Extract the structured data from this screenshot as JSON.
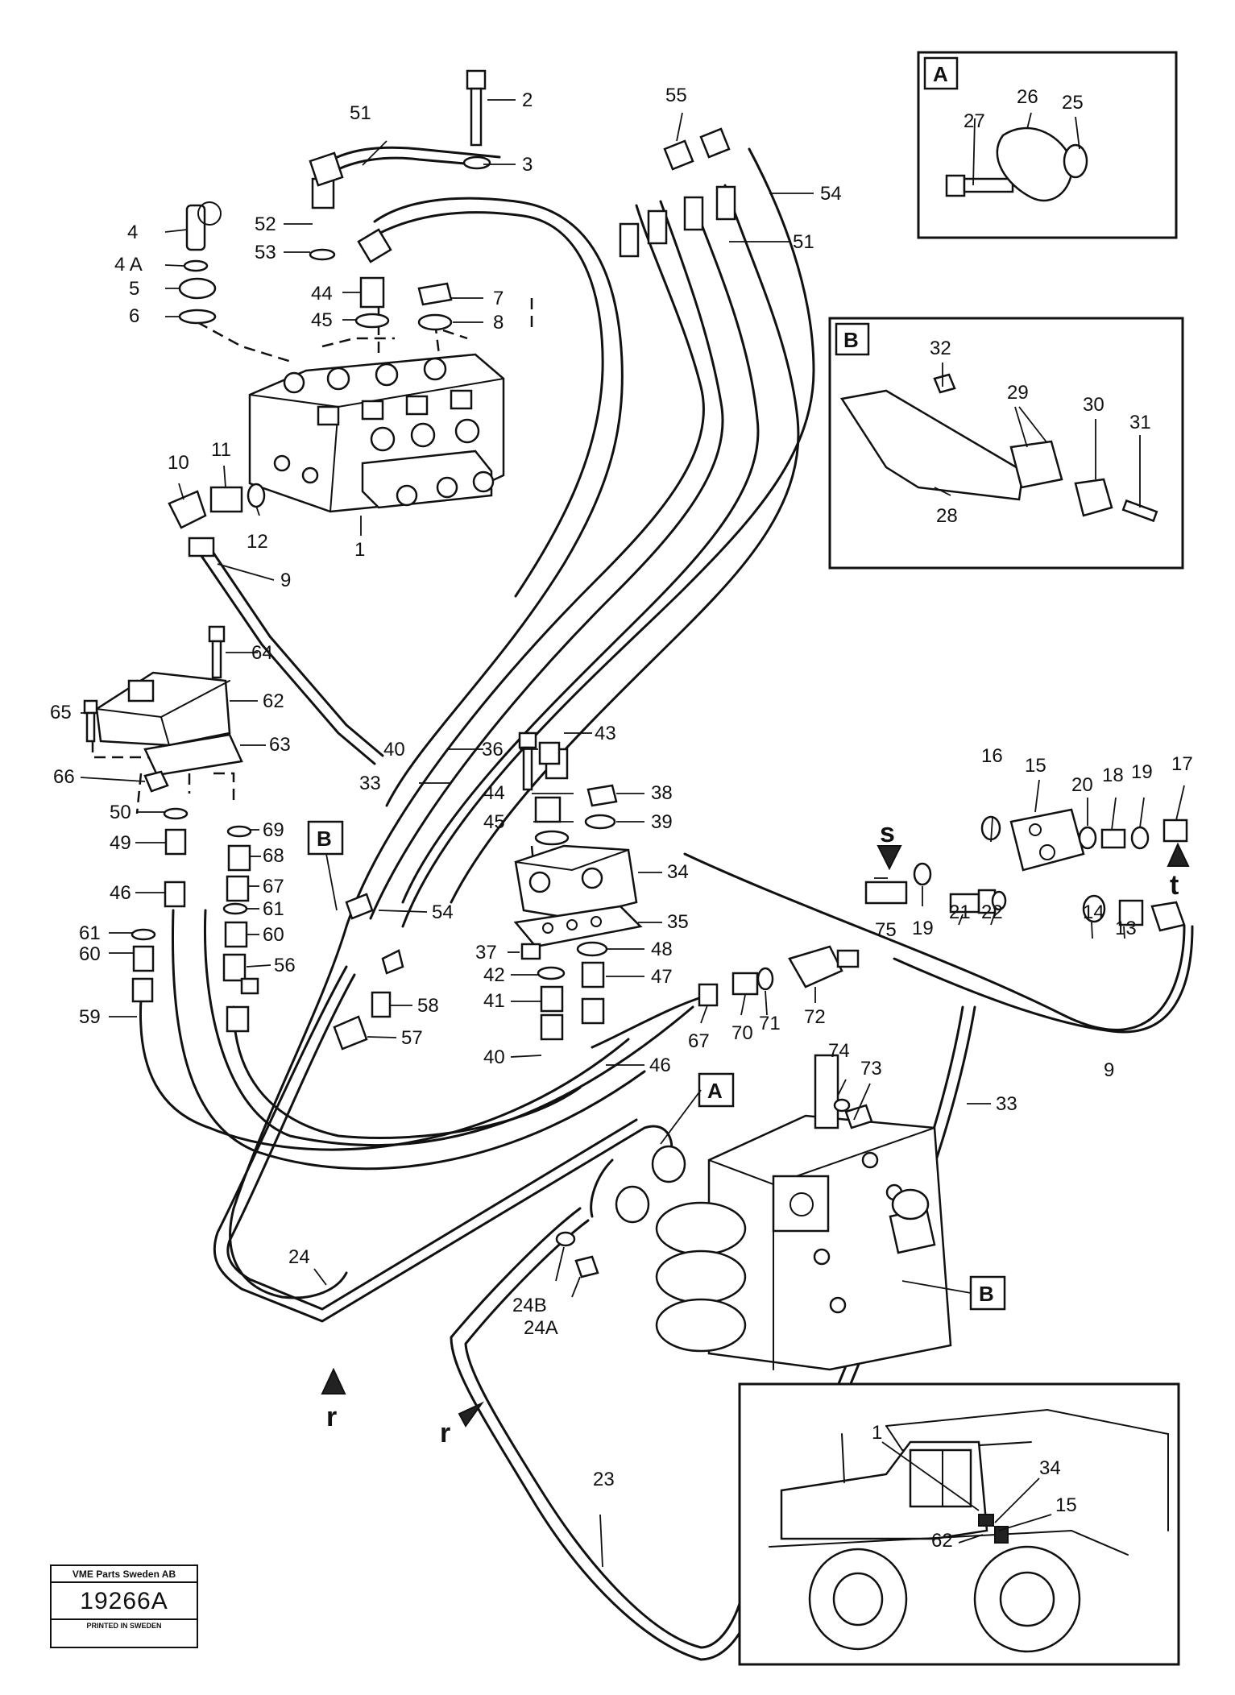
{
  "diagram": {
    "stamp": {
      "company": "VME Parts Sweden AB",
      "code": "19266A",
      "printed": "PRINTED IN SWEDEN"
    },
    "inset_labels": {
      "a": "A",
      "b": "B"
    },
    "flow_markers": {
      "s": "s",
      "t": "t",
      "r1": "r",
      "r2": "r"
    },
    "ref_boxes": {
      "b_left": "B",
      "a_center": "A",
      "b_right": "B"
    },
    "part_numbers": {
      "p1": "1",
      "p2": "2",
      "p3": "3",
      "p4": "4",
      "p4a": "4 A",
      "p5": "5",
      "p6": "6",
      "p7": "7",
      "p8": "8",
      "p9": "9",
      "p9b": "9",
      "p10": "10",
      "p11": "11",
      "p12": "12",
      "p13": "13",
      "p14": "14",
      "p15": "15",
      "p16": "16",
      "p17": "17",
      "p18": "18",
      "p19": "19",
      "p19b": "19",
      "p20": "20",
      "p21": "21",
      "p22": "22",
      "p23": "23",
      "p24": "24",
      "p24a": "24A",
      "p24b": "24B",
      "p25": "25",
      "p26": "26",
      "p27": "27",
      "p28": "28",
      "p29": "29",
      "p30": "30",
      "p31": "31",
      "p32": "32",
      "p33": "33",
      "p33b": "33",
      "p34": "34",
      "p35": "35",
      "p36": "36",
      "p37": "37",
      "p38": "38",
      "p39": "39",
      "p40": "40",
      "p40b": "40",
      "p41": "41",
      "p42": "42",
      "p43": "43",
      "p44": "44",
      "p44b": "44",
      "p45": "45",
      "p45b": "45",
      "p46": "46",
      "p46b": "46",
      "p47": "47",
      "p48": "48",
      "p49": "49",
      "p50": "50",
      "p51": "51",
      "p51b": "51",
      "p52": "52",
      "p53": "53",
      "p54": "54",
      "p54b": "54",
      "p55": "55",
      "p56": "56",
      "p57": "57",
      "p58": "58",
      "p59": "59",
      "p60": "60",
      "p60b": "60",
      "p61": "61",
      "p61b": "61",
      "p62": "62",
      "p63": "63",
      "p64": "64",
      "p65": "65",
      "p66": "66",
      "p67": "67",
      "p67b": "67",
      "p68": "68",
      "p69": "69",
      "p70": "70",
      "p71": "71",
      "p72": "72",
      "p73": "73",
      "p74": "74",
      "p75": "75",
      "m1": "1",
      "m34": "34",
      "m15": "15",
      "m62": "62"
    }
  }
}
